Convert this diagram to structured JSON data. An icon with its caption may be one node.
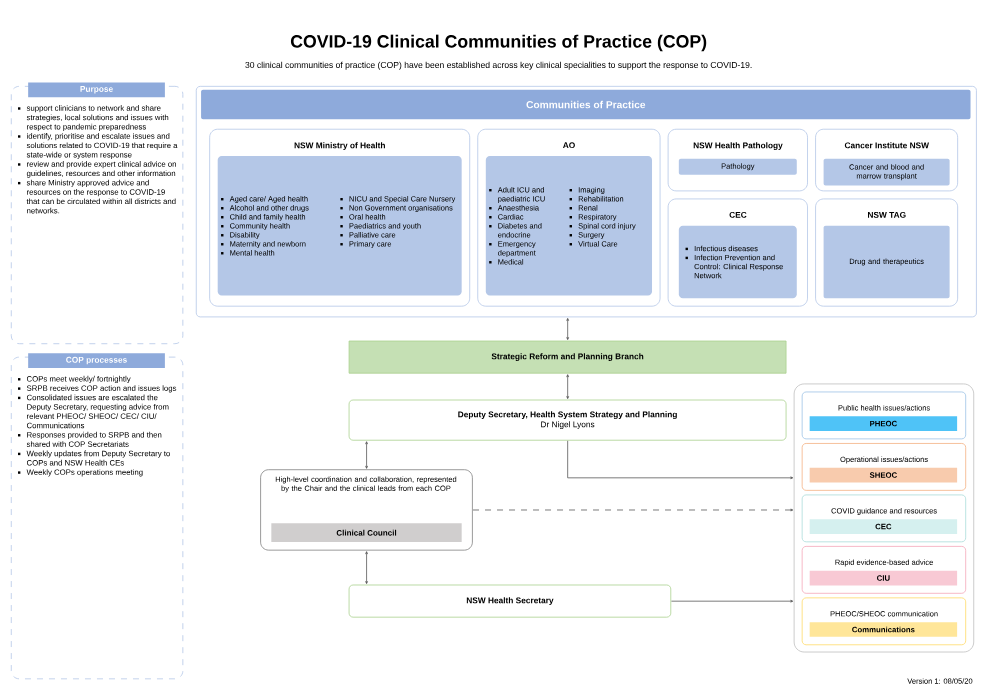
{
  "diagram": {
    "title": "COVID-19 Clinical Communities of Practice (COP)",
    "nodes": [
      {
        "text": [
          "Purpose",
          "support clinicians to network and share strategies, local solutions and issues with respect to pandemic preparedness",
          "identify, prioritise and escalate issues and solutions related to COVID-19 that require a state-wide or system response",
          "review and provide expert clinical advice on guidelines, resources and other information",
          "share Ministry approved advice and resources on the response to COVID-19 that can be circulated within all districts and networks."
        ]
      },
      {
        "text": [
          "COP processes",
          "COPs meet weekly/ fortnightly",
          "SRPB receives COP action and issues logs",
          "Consolidated issues are escalated the Deputy Secretary, requesting advice from relevant PHEOC/ SHEOC/ CEC/ CIU/ Communications",
          "Responses provided to SRPB and then shared with COP Secretariats",
          "Weekly updates from Deputy Secretary to COPs and NSW Health CEs",
          "Weekly COPs operations meeting"
        ]
      },
      {
        "text": [
          "Communities of Practice"
        ]
      },
      {
        "text": [
          "NSW Ministry of Health"
        ],
        "in": 2
      },
      {
        "text": [
          "Aged care/ Aged health",
          "Alcohol and other drugs",
          "Child and family health",
          "Community health",
          "Disability",
          "Maternity and newborn",
          "Mental health",
          "NICU and Special Care Nursery",
          "Non Government organisations",
          "Oral health",
          "Paediatrics and youth",
          "Palliative care",
          "Primary care"
        ],
        "in": 3
      },
      {
        "text": [
          "AO"
        ],
        "in": 2
      },
      {
        "text": [
          "Adult ICU and paediatric ICU",
          "Anaesthesia",
          "Cardiac",
          "Diabetes and endocrine",
          "Emergency department",
          "Medical",
          "Imaging",
          "Rehabilitation",
          "Renal",
          "Respiratory",
          "Spinal cord injury",
          "Surgery",
          "Virtual Care"
        ],
        "in": 5
      },
      {
        "text": [
          "NSW Health Pathology"
        ],
        "in": 2
      },
      {
        "text": [
          "Pathology"
        ],
        "in": 7
      },
      {
        "text": [
          "Cancer Institute NSW"
        ],
        "in": 2
      },
      {
        "text": [
          "Cancer and blood and marrow transplant"
        ],
        "in": 9
      },
      {
        "text": [
          "CEC"
        ],
        "in": 2
      },
      {
        "text": [
          "Infectious diseases",
          "Infection Prevention and Control: Clinical Response Network"
        ],
        "in": 11
      },
      {
        "text": [
          "NSW TAG"
        ],
        "in": 2
      },
      {
        "text": [
          "Drug and therapeutics"
        ],
        "in": 13
      },
      {
        "text": [
          "Strategic Reform and Planning Branch"
        ]
      },
      {
        "text": [
          "Deputy Secretary, Health System Strategy and Planning",
          "Dr Nigel Lyons"
        ]
      },
      {
        "text": [
          "High-level coordination and collaboration, represented by the Chair and the clinical leads from each COP"
        ]
      },
      {
        "text": [
          "Clinical Council"
        ],
        "in": 17
      },
      {
        "text": [
          "NSW Health Secretary"
        ]
      },
      {
        "text": [],
        "shape": "box"
      },
      {
        "text": [
          "Public health issues/actions",
          "PHEOC"
        ],
        "in": 20
      },
      {
        "text": [
          "Operational issues/actions",
          "SHEOC"
        ],
        "in": 20
      },
      {
        "text": [
          "COVID guidance and resources",
          "CEC"
        ],
        "in": 20
      },
      {
        "text": [
          "Rapid evidence-based advice",
          "CIU"
        ],
        "in": 20
      },
      {
        "text": [
          "PHEOC/SHEOC communication",
          "Communications"
        ],
        "in": 20
      }
    ],
    "edges": [
      {
        "from": 2,
        "to": 15,
        "arrow": "both"
      },
      {
        "from": 15,
        "to": 16,
        "arrow": "both"
      },
      {
        "from": 16,
        "to": 20,
        "arrow": "to"
      },
      {
        "from": 16,
        "to": 17,
        "arrow": "both"
      },
      {
        "from": 17,
        "to": 20,
        "arrow": "to",
        "style": "dashed"
      },
      {
        "from": 17,
        "to": 19,
        "arrow": "both"
      },
      {
        "from": 19,
        "to": 20,
        "arrow": "to"
      }
    ],
    "labels": [
      "30 clinical communities of practice (COP) have been established across key clinical specialities to support the response to COVID-19.",
      "Version 1: 08/05/20"
    ]
  }
}
